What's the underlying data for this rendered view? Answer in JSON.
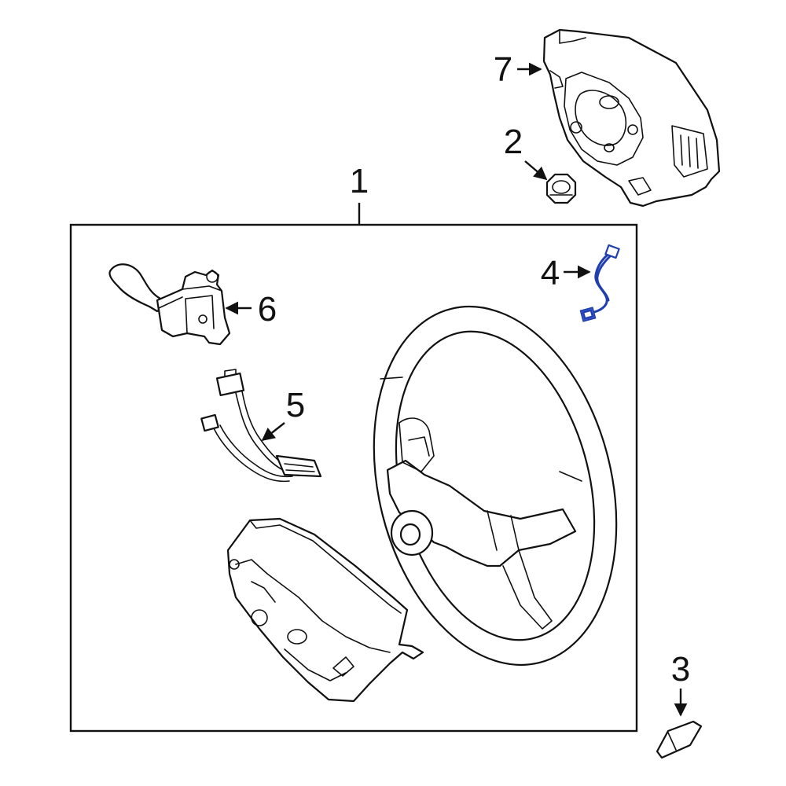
{
  "callouts": [
    {
      "id": "1",
      "label": "1"
    },
    {
      "id": "2",
      "label": "2"
    },
    {
      "id": "3",
      "label": "3"
    },
    {
      "id": "4",
      "label": "4"
    },
    {
      "id": "5",
      "label": "5"
    },
    {
      "id": "6",
      "label": "6"
    },
    {
      "id": "7",
      "label": "7"
    }
  ],
  "colors": {
    "line": "#111111",
    "highlight_part": "#1f3fae",
    "background": "#ffffff"
  },
  "highlighted_part": "4"
}
